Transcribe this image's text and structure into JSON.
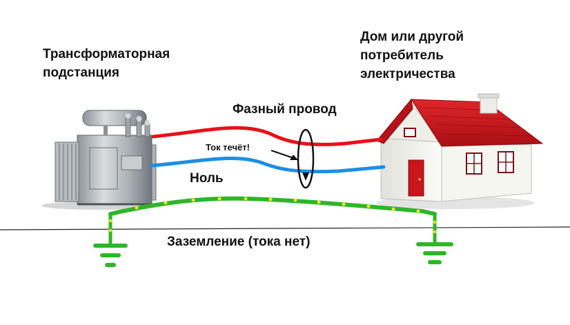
{
  "labels": {
    "substation_line1": "Трансформаторная",
    "substation_line2": "подстанция",
    "consumer_line1": "Дом или другой",
    "consumer_line2": "потребитель",
    "consumer_line3": "электричества",
    "phase": "Фазный провод",
    "current_flows": "Ток течёт!",
    "neutral": "Ноль",
    "ground": "Заземление (тока нет)"
  },
  "colors": {
    "phase_wire": "#e8101a",
    "neutral_wire": "#1a8fe8",
    "ground_wire": "#2fb52a",
    "ground_dots": "#f2e81c",
    "roof": "#c8161c",
    "door": "#c8161c",
    "wall": "#f1f1ec"
  },
  "icons": [
    "transformer-image",
    "house-image",
    "ground-symbol-left",
    "ground-symbol-right",
    "current-clamp-loop",
    "arrow-icon"
  ]
}
